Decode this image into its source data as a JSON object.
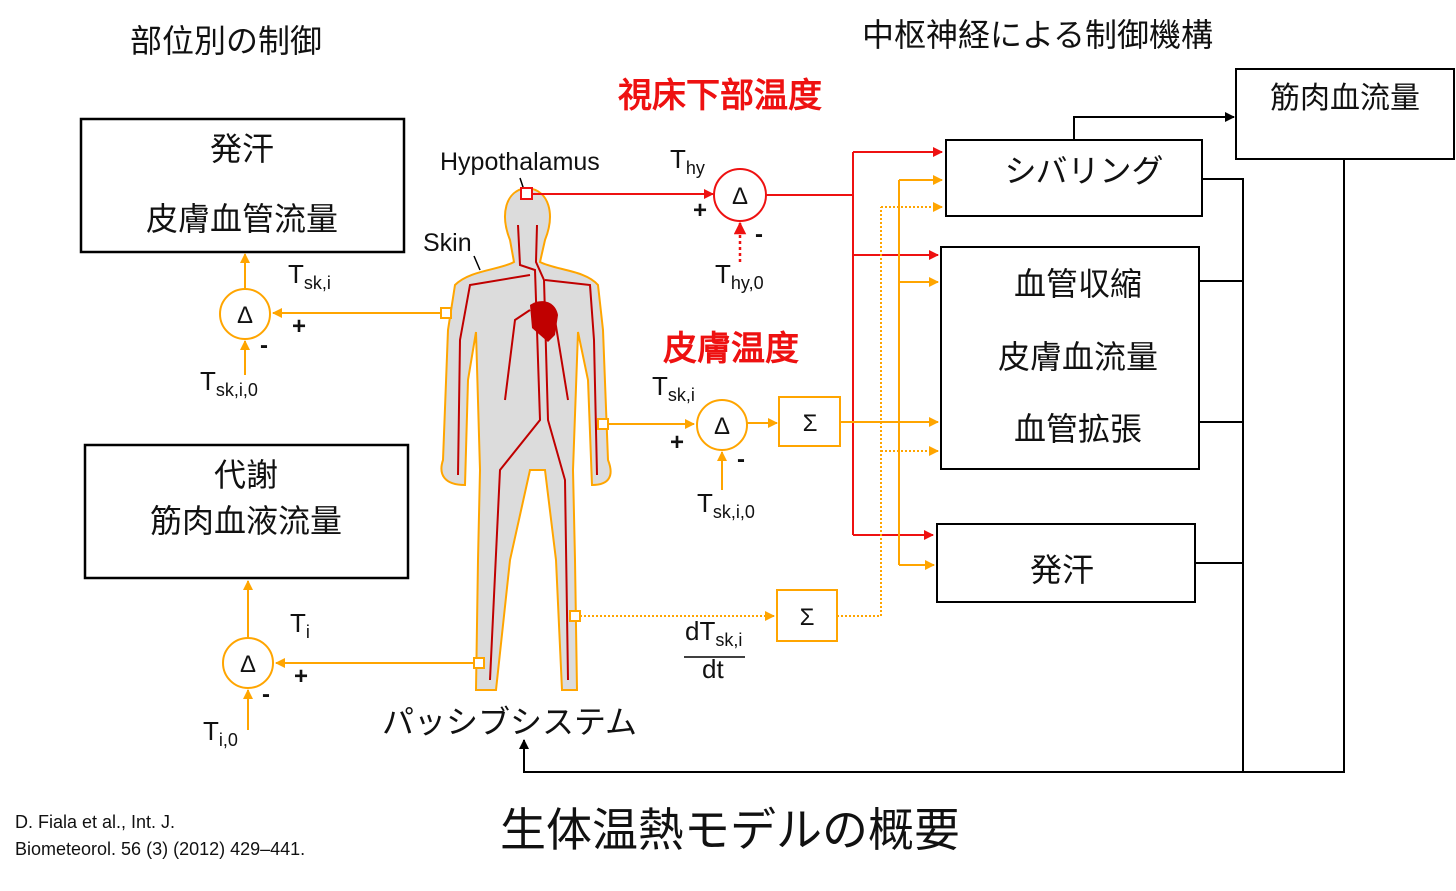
{
  "headers": {
    "local_control": "部位別の制御",
    "central_control": "中枢神経による制御機構",
    "hypothalamus_temp": "視床下部温度",
    "skin_temp": "皮膚温度",
    "passive_system": "パッシブシステム",
    "title": "生体温熱モデルの概要"
  },
  "left_boxes": {
    "skin": {
      "line1": "発汗",
      "line2": "皮膚血管流量"
    },
    "metabolism": {
      "line1": "代謝",
      "line2": "筋肉血液流量"
    }
  },
  "right_boxes": {
    "muscle_flow": "筋肉血流量",
    "shivering": "シバリング",
    "vaso": {
      "line1": "血管収縮",
      "line2": "皮膚血流量",
      "line3": "血管拡張"
    },
    "sweating": "発汗"
  },
  "body_labels": {
    "hypothalamus": "Hypothalamus",
    "skin": "Skin"
  },
  "operators": {
    "delta": "Δ",
    "sigma": "Σ",
    "plus": "+",
    "minus": "-"
  },
  "signals": {
    "thy": {
      "main": "T",
      "sub": "hy"
    },
    "thy0": {
      "main": "T",
      "sub": "hy,0"
    },
    "tski": {
      "main": "T",
      "sub": "sk,i"
    },
    "tski0": {
      "main": "T",
      "sub": "sk,i,0"
    },
    "ti": {
      "main": "T",
      "sub": "i"
    },
    "ti0": {
      "main": "T",
      "sub": "i,0"
    },
    "dtski_num": {
      "main": "dT",
      "sub": "sk,i"
    },
    "dtski_den": "dt"
  },
  "citation": {
    "line1": "D. Fiala et al., Int. J.",
    "line2": "Biometeorol. 56 (3) (2012) 429–441."
  },
  "colors": {
    "red": "#ee1111",
    "orange": "#ffa500",
    "black": "#000000",
    "body": "#dcdcdc",
    "vessel": "#c00000"
  }
}
